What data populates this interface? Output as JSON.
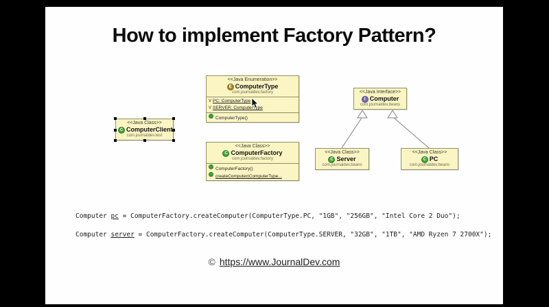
{
  "page": {
    "title": "How to implement Factory Pattern?"
  },
  "colors": {
    "frame": "#000000",
    "canvas": "#fefefe",
    "box_fill": "#fbf5c4",
    "box_border": "#8f8f62",
    "class_badge_green": "#3fa535",
    "interface_badge_purple": "#7a6bb5",
    "enum_badge_brown": "#a58a2d"
  },
  "icons": {
    "class_badge": "C",
    "interface_badge": "I",
    "enum_badge": "E",
    "enum_constant": "V",
    "copyright": "©"
  },
  "diagram": {
    "classes": [
      {
        "stereotype": "<<Java Enumeration>>",
        "name": "ComputerType",
        "package": "com.journaldev.factory",
        "attributes": [
          "PC: ComputerType",
          "SERVER: ComputerType"
        ],
        "methods": [
          "ComputerType()"
        ]
      },
      {
        "stereotype": "<<Java Class>>",
        "name": "ComputerClient",
        "package": "com.journaldev.test"
      },
      {
        "stereotype": "<<Java Class>>",
        "name": "ComputerFactory",
        "package": "com.journaldev.factory",
        "methods": [
          "ComputerFactory()",
          "createComputer(ComputerType..."
        ]
      },
      {
        "stereotype": "<<Java Interface>>",
        "name": "Computer",
        "package": "com.journaldev.beans"
      },
      {
        "stereotype": "<<Java Class>>",
        "name": "Server",
        "package": "com.journaldev.beans"
      },
      {
        "stereotype": "<<Java Class>>",
        "name": "PC",
        "package": "com.journaldev.beans"
      }
    ]
  },
  "code": {
    "lines": [
      {
        "prefix": "Computer ",
        "var": "pc",
        "suffix": " = ComputerFactory.createComputer(ComputerType.PC, \"1GB\", \"256GB\", \"Intel Core 2 Duo\");"
      },
      {
        "prefix": "Computer ",
        "var": "server",
        "suffix": " = ComputerFactory.createComputer(ComputerType.SERVER, \"32GB\", \"1TB\", \"AMD Ryzen 7 2700X\");"
      }
    ]
  },
  "footer": {
    "symbol": "©",
    "url": "https://www.JournalDev.com"
  }
}
